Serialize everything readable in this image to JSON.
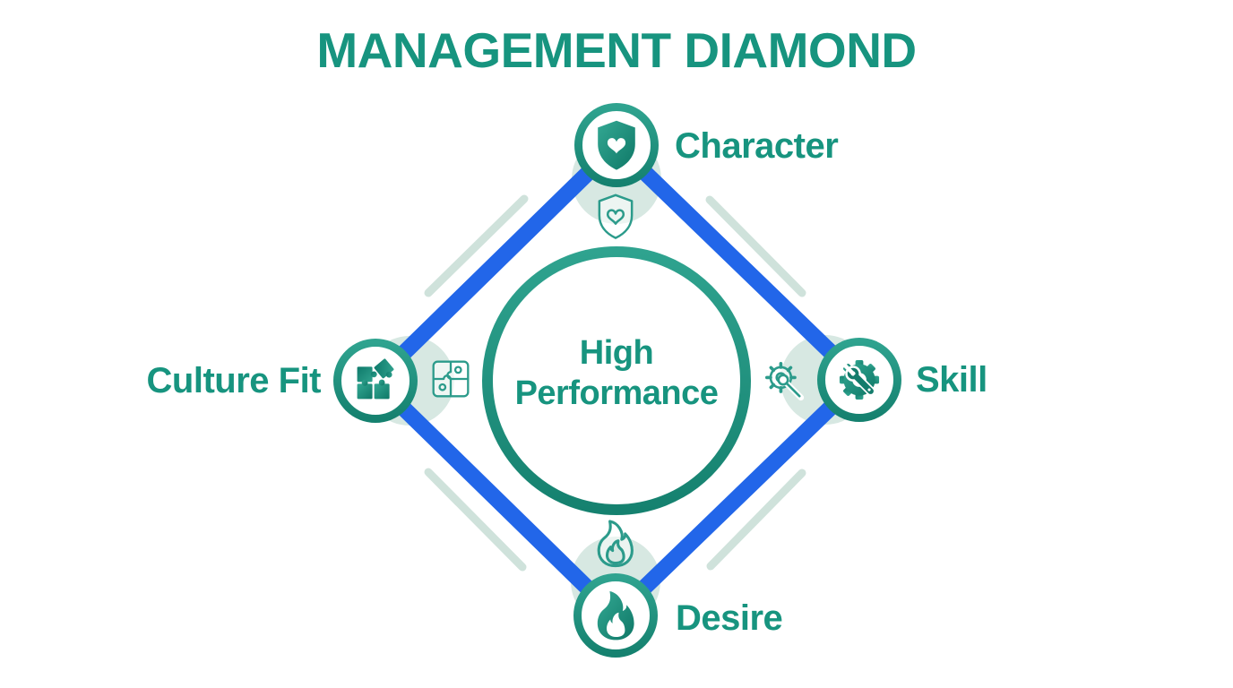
{
  "title": "MANAGEMENT DIAMOND",
  "center": {
    "line1": "High",
    "line2": "Performance"
  },
  "nodes": {
    "top": {
      "label": "Character",
      "icon": "shield-heart-icon"
    },
    "right": {
      "label": "Skill",
      "icon": "gear-wrench-icon"
    },
    "bottom": {
      "label": "Desire",
      "icon": "flame-icon"
    },
    "left": {
      "label": "Culture Fit",
      "icon": "puzzle-icon"
    }
  },
  "colors": {
    "teal_text": "#17947F",
    "teal_light": "#33A893",
    "teal_dark": "#0F7867",
    "blue": "#2266E9",
    "pale_blob": "#D7E8E2",
    "accent_line": "#CFE2DB"
  }
}
